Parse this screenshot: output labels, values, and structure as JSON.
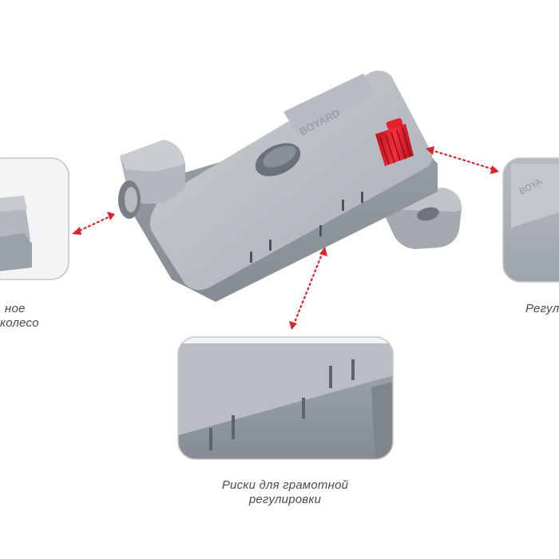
{
  "captions": {
    "left_line1": "ное",
    "left_line2": "колесо",
    "bottom_line1": "Риски для грамотной",
    "bottom_line2": "регулировки",
    "right": "Регул"
  },
  "product": {
    "brand_text": "BOYARD"
  },
  "colors": {
    "body_gray": "#a8aeb4",
    "accent_red": "#e5202e",
    "dotted_arrow": "#d9242e",
    "frame_border": "#c7c7c7"
  }
}
